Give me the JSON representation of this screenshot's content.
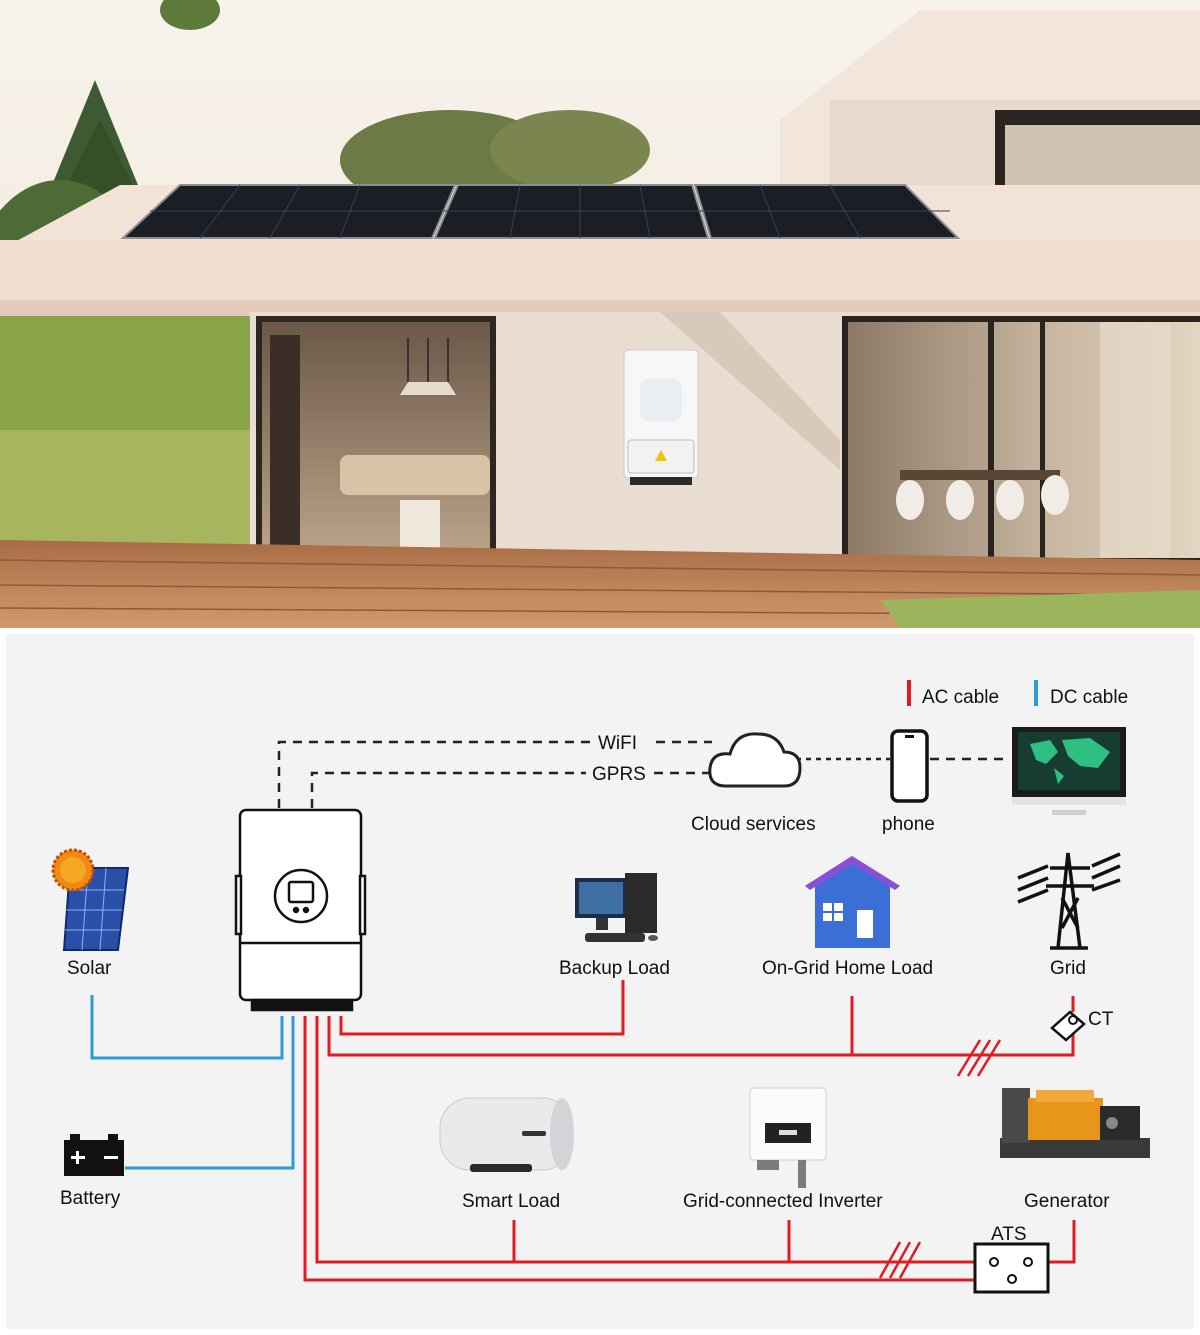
{
  "legend": {
    "ac_label": "AC cable",
    "dc_label": "DC cable",
    "ac_color": "#e11b22",
    "dc_color": "#2f9bd6"
  },
  "links": {
    "wifi": "WiFI",
    "gprs": "GPRS"
  },
  "devices": {
    "cloud": "Cloud services",
    "phone": "phone",
    "solar": "Solar",
    "backup_load": "Backup Load",
    "on_grid_home_load": "On-Grid Home Load",
    "grid": "Grid",
    "ct": "CT",
    "battery": "Battery",
    "smart_load": "Smart Load",
    "grid_inverter": "Grid-connected Inverter",
    "generator": "Generator",
    "ats": "ATS"
  },
  "colors": {
    "diagram_bg": "#f3f3f3",
    "wall": "#e9ddd2",
    "deck": "#b97f55",
    "sky": "#f4eee4",
    "grass": "#8aa44a"
  }
}
